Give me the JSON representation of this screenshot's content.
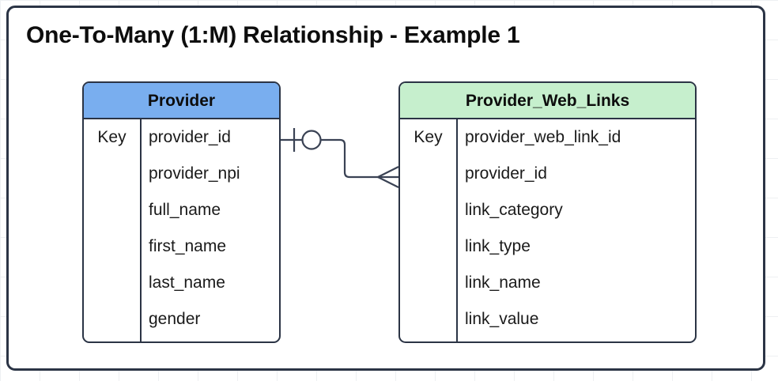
{
  "diagram": {
    "title": "One-To-Many (1:M) Relationship - Example 1",
    "notation": "crows-foot",
    "border_color": "#2b3445"
  },
  "entities": [
    {
      "id": "provider",
      "name": "Provider",
      "header_color": "#79AEEF",
      "key_column_header": "Key",
      "fields": [
        {
          "key": "Key",
          "name": "provider_id"
        },
        {
          "key": "",
          "name": "provider_npi"
        },
        {
          "key": "",
          "name": "full_name"
        },
        {
          "key": "",
          "name": "first_name"
        },
        {
          "key": "",
          "name": "last_name"
        },
        {
          "key": "",
          "name": "gender"
        }
      ]
    },
    {
      "id": "provider_web_links",
      "name": "Provider_Web_Links",
      "header_color": "#C6EFCD",
      "key_column_header": "Key",
      "fields": [
        {
          "key": "Key",
          "name": "provider_web_link_id"
        },
        {
          "key": "",
          "name": "provider_id"
        },
        {
          "key": "",
          "name": "link_category"
        },
        {
          "key": "",
          "name": "link_type"
        },
        {
          "key": "",
          "name": "link_name"
        },
        {
          "key": "",
          "name": "link_value"
        }
      ]
    }
  ],
  "relationship": {
    "from_entity": "Provider",
    "to_entity": "Provider_Web_Links",
    "cardinality": "1:M",
    "from_marker": "one-and-only-one-optional",
    "to_marker": "crows-foot-many",
    "line_color": "#3a4254"
  }
}
